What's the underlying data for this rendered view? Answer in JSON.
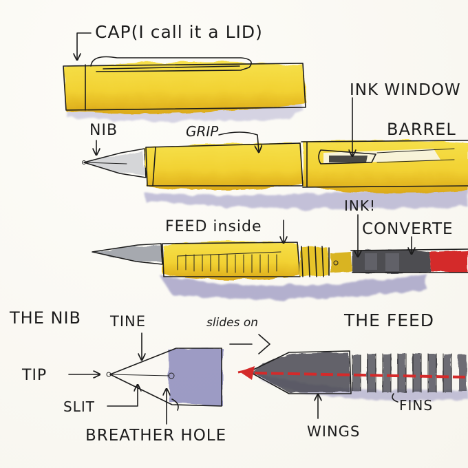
{
  "labels": {
    "cap": "CAP(I call it a LID)",
    "ink_window": "INK WINDOW",
    "barrel": "BARREL",
    "nib": "NIB",
    "grip": "GRIP",
    "ink": "INK!",
    "feed_inside": "FEED inside",
    "converter": "CONVERTE",
    "the_nib": "THE NIB",
    "tine": "TINE",
    "slides_on": "slides on",
    "the_feed": "THE FEED",
    "tip": "TIP",
    "slit": "SLIT",
    "breather_hole": "BREATHER HOLE",
    "wings": "WINGS",
    "fins": "FINS"
  },
  "colors": {
    "pen_yellow": "#f2d233",
    "pen_yellow_dark": "#d9a916",
    "shadow_violet": "#8a86b8",
    "ink_black": "#1c1c1c",
    "accent_red": "#d42a2a",
    "nib_steel": "#9aa0a8"
  }
}
